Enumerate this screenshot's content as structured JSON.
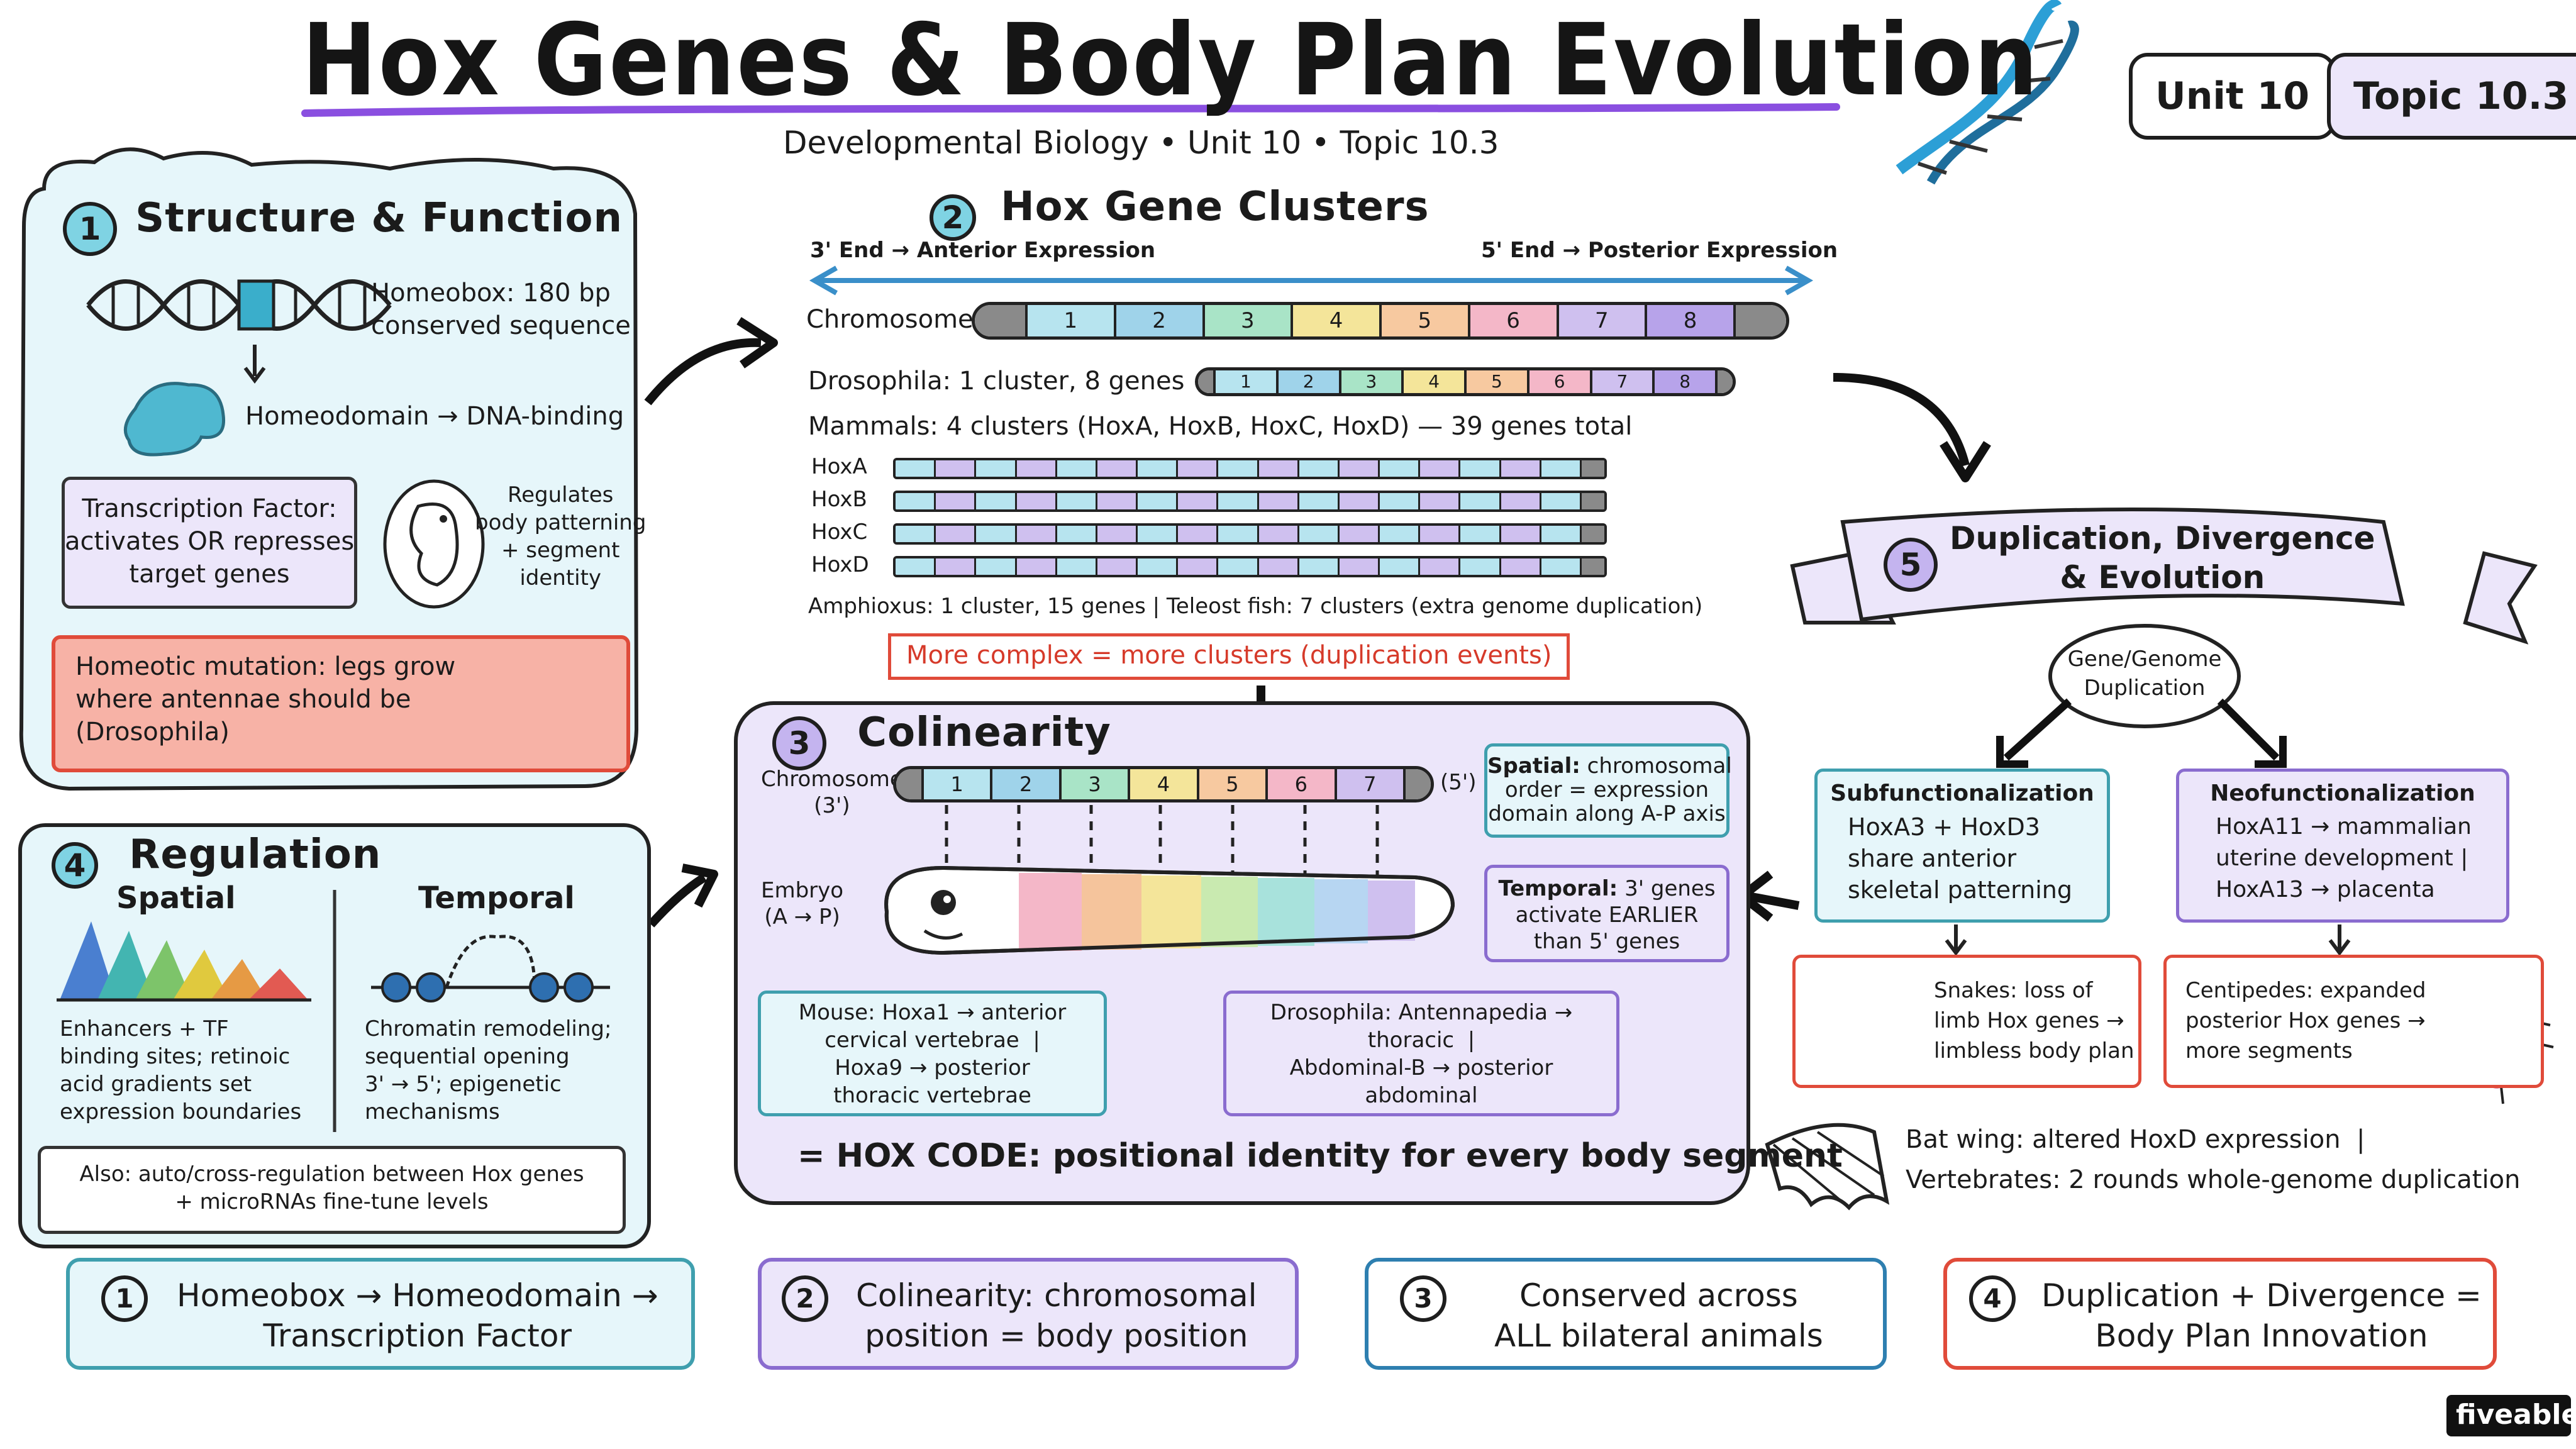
{
  "header": {
    "title": "Hox Genes & Body Plan Evolution",
    "subtitle": "Developmental Biology  •  Unit 10  •  Topic 10.3",
    "tag_unit": "Unit 10",
    "tag_topic": "Topic 10.3"
  },
  "colors": {
    "teal_fill": "#e6f6fa",
    "teal_border": "#3f9fae",
    "purple_fill": "#ece6fa",
    "purple_border": "#8a6ccf",
    "red_fill": "#f7b2a6",
    "red_border": "#e04b3a",
    "arrow_blue": "#3a8fc9",
    "underline_purple": "#8a4fe0"
  },
  "structure": {
    "number": "1",
    "title": "Structure & Function",
    "homeobox": "Homeobox: 180 bp\nconserved sequence",
    "homeodomain": "Homeodomain → DNA-binding",
    "tf": "Transcription Factor:\nactivates OR represses\ntarget genes",
    "regulates": "Regulates\nbody patterning\n+ segment\nidentity",
    "mutation": "Homeotic mutation: legs grow\nwhere antennae should be\n(Drosophila)"
  },
  "clusters": {
    "number": "2",
    "title": "Hox Gene Clusters",
    "three_prime": "3' End → Anterior Expression",
    "five_prime": "5' End → Posterior Expression",
    "chromosome_label": "Chromosome",
    "genes": [
      "1",
      "2",
      "3",
      "4",
      "5",
      "6",
      "7",
      "8"
    ],
    "drosophila": "Drosophila: 1 cluster, 8 genes",
    "mammals": "Mammals: 4 clusters (HoxA, HoxB, HoxC, HoxD) — 39 genes total",
    "rows": [
      "HoxA",
      "HoxB",
      "HoxC",
      "HoxD"
    ],
    "amphioxus": "Amphioxus: 1 cluster, 15 genes  |  Teleost fish: 7 clusters (extra genome duplication)",
    "complex": "More complex = more clusters (duplication events)"
  },
  "colinearity": {
    "number": "3",
    "title": "Colinearity",
    "chromosome": "Chromosome\n(3')",
    "five": "(5')",
    "genes": [
      "1",
      "2",
      "3",
      "4",
      "5",
      "6",
      "7"
    ],
    "embryo": "Embryo\n(A → P)",
    "spatial_bold": "Spatial:",
    "spatial": " chromosomal\norder = expression\ndomain along A-P axis",
    "temporal_bold": "Temporal:",
    "temporal": " 3' genes\nactivate EARLIER\nthan 5' genes",
    "mouse": "Mouse: Hoxa1 → anterior\ncervical vertebrae  |\nHoxa9 → posterior\nthoracic vertebrae",
    "drosophila": "Drosophila: Antennapedia →\nthoracic  |\nAbdominal-B → posterior\nabdominal",
    "hox_code": "= HOX CODE: positional identity for every body segment"
  },
  "regulation": {
    "number": "4",
    "title": "Regulation",
    "spatial_head": "Spatial",
    "temporal_head": "Temporal",
    "spatial_text": "Enhancers + TF\nbinding sites; retinoic\nacid gradients set\nexpression boundaries",
    "temporal_text": "Chromatin remodeling;\nsequential opening\n3' → 5'; epigenetic\nmechanisms",
    "also": "Also: auto/cross-regulation between Hox genes\n+ microRNAs fine-tune levels"
  },
  "duplication": {
    "number": "5",
    "title": "Duplication, Divergence\n& Evolution",
    "oval": "Gene/Genome\nDuplication",
    "sub_head": "Subfunctionalization",
    "sub_text": "HoxA3 + HoxD3\nshare anterior\nskeletal patterning",
    "neo_head": "Neofunctionalization",
    "neo_text": "HoxA11 → mammalian\nuterine development |\nHoxA13 → placenta",
    "snakes": "Snakes: loss of\nlimb Hox genes →\nlimbless body plan",
    "centipedes": "Centipedes: expanded\nposterior Hox genes →\nmore segments",
    "bat": "Bat wing: altered HoxD expression  |\nVertebrates: 2 rounds whole-genome duplication"
  },
  "footer": [
    {
      "num": "1",
      "text": "Homeobox → Homeodomain →\nTranscription Factor"
    },
    {
      "num": "2",
      "text": "Colinearity: chromosomal\nposition = body position"
    },
    {
      "num": "3",
      "text": "Conserved across\nALL bilateral animals"
    },
    {
      "num": "4",
      "text": "Duplication + Divergence =\nBody Plan Innovation"
    }
  ],
  "brand": "fiveable"
}
